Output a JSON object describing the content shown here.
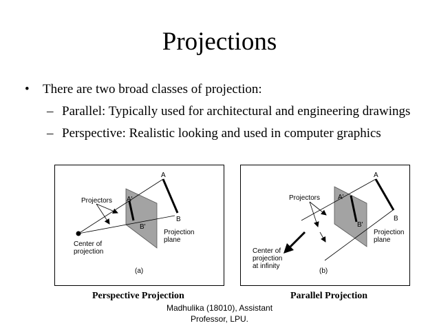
{
  "slide": {
    "title": "Projections",
    "bullet": {
      "mark": "•",
      "text": "There are two broad classes of projection:",
      "sub": [
        {
          "mark": "–",
          "text": "Parallel: Typically used for architectural and engineering drawings"
        },
        {
          "mark": "–",
          "text": "Perspective: Realistic looking and used in computer graphics"
        }
      ]
    },
    "figures": {
      "perspective": {
        "point_a": "A",
        "point_a_prime": "A'",
        "point_b": "B",
        "point_b_prime": "B'",
        "projectors": "Projectors",
        "plane_line1": "Projection",
        "plane_line2": "plane",
        "center_line1": "Center of",
        "center_line2": "projection",
        "tag": "(a)"
      },
      "parallel": {
        "point_a": "A",
        "point_a_prime": "A'",
        "point_b": "B",
        "point_b_prime": "B'",
        "projectors": "Projectors",
        "plane_line1": "Projection",
        "plane_line2": "plane",
        "center_line1": "Center of",
        "center_line2": "projection",
        "center_line3": "at infinity",
        "tag": "(b)"
      }
    },
    "captions": {
      "left": "Perspective Projection",
      "right": "Parallel Projection"
    },
    "footer": {
      "line1": "Madhulika (18010), Assistant",
      "line2": "Professor, LPU."
    }
  }
}
